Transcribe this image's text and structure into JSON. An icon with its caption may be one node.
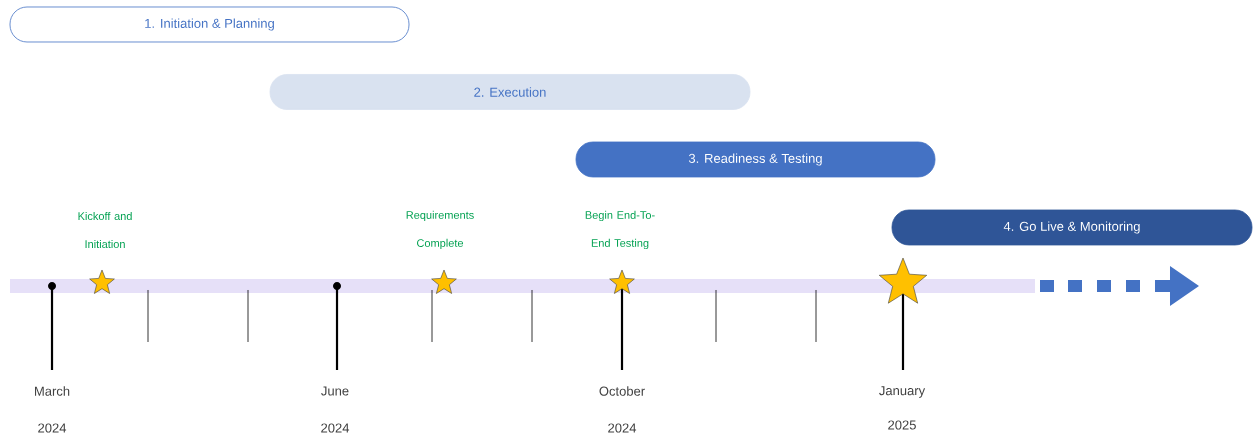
{
  "diagram": {
    "nodes": [
      {
        "text": [
          "1. Initiation & Planning"
        ]
      },
      {
        "text": [
          "2. Execution"
        ]
      },
      {
        "text": [
          "3. Readiness & Testing"
        ]
      },
      {
        "text": [
          "4. Go Live & Monitoring"
        ]
      }
    ],
    "labels": [
      "Kickoff and Initiation",
      "Requirements Complete",
      "Begin End-To-End Testing",
      "March",
      "June",
      "October",
      "January",
      "2024",
      "2024",
      "2024",
      "2025"
    ]
  }
}
